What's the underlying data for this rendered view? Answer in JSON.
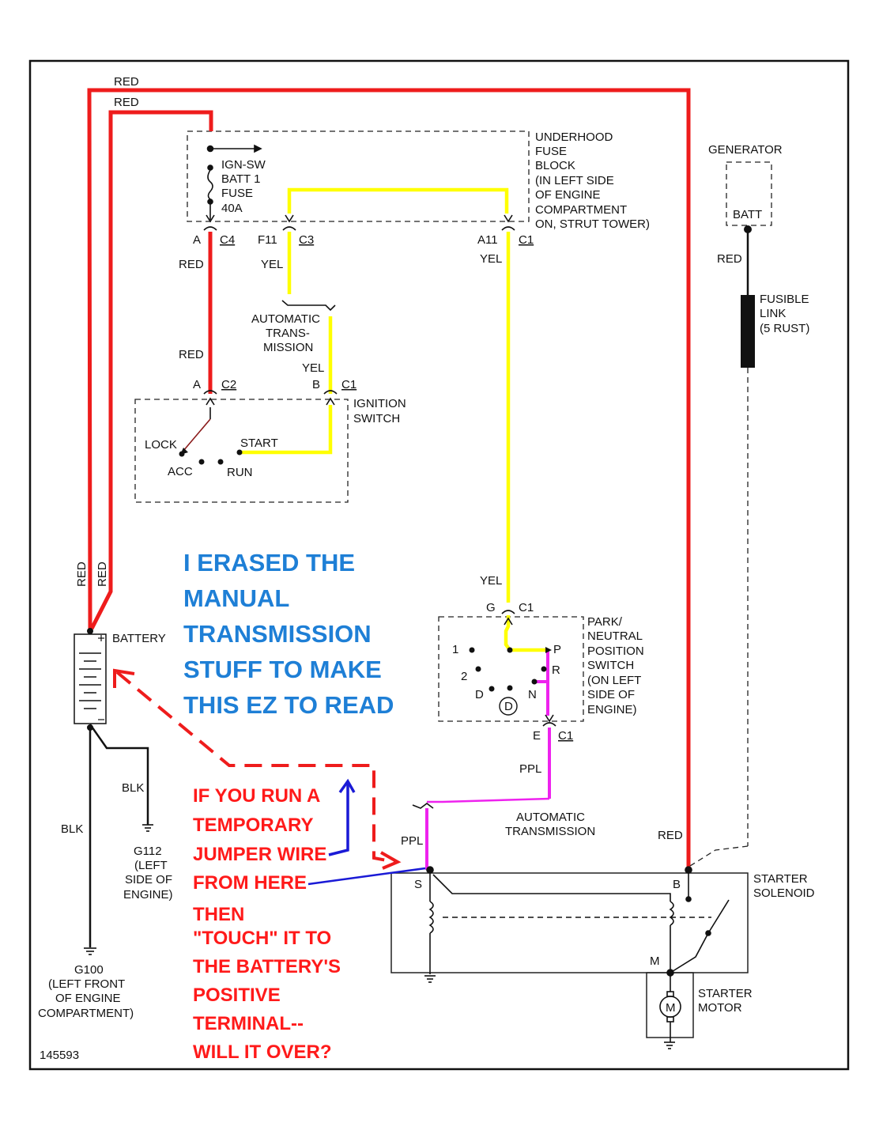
{
  "labels": {
    "red_top1": "RED",
    "red_top2": "RED",
    "red_vert1": "RED",
    "red_vert2": "RED",
    "underhood_fuse_block": [
      "UNDERHOOD",
      "FUSE",
      "BLOCK",
      "(IN LEFT SIDE",
      "OF ENGINE",
      "COMPARTMENT",
      "ON, STRUT TOWER)"
    ],
    "fuse": [
      "IGN-SW",
      "BATT 1",
      "FUSE",
      "40A"
    ],
    "pin_a_c4": "A",
    "conn_c4": "C4",
    "pin_f11": "F11",
    "conn_c3": "C3",
    "pin_a11": "A11",
    "conn_c1_top": "C1",
    "red_fuse": "RED",
    "yel_c3": "YEL",
    "yel_c1": "YEL",
    "auto_trans_top": [
      "AUTOMATIC",
      "TRANS-",
      "MISSION"
    ],
    "red_mid": "RED",
    "yel_mid": "YEL",
    "pin_a_c2": "A",
    "conn_c2": "C2",
    "pin_b": "B",
    "conn_c1_ign": "C1",
    "ignition_switch": [
      "IGNITION",
      "SWITCH"
    ],
    "lock": "LOCK",
    "start": "START",
    "acc": "ACC",
    "run": "RUN",
    "generator": "GENERATOR",
    "batt": "BATT",
    "red_gen": "RED",
    "fusible_link": [
      "FUSIBLE",
      "LINK",
      "(5 RUST)"
    ],
    "yel_pn": "YEL",
    "pin_g": "G",
    "conn_c1_pn": "C1",
    "park_neutral": [
      "PARK/",
      "NEUTRAL",
      "POSITION",
      "SWITCH",
      "(ON LEFT",
      "SIDE OF",
      "ENGINE)"
    ],
    "gear_1": "1",
    "gear_2": "2",
    "gear_d_small": "D",
    "gear_d_circle": "D",
    "gear_n": "N",
    "gear_r": "R",
    "gear_p": "P",
    "pin_e": "E",
    "conn_c1_e": "C1",
    "ppl_mid": "PPL",
    "auto_trans_bottom": [
      "AUTOMATIC",
      "TRANSMISSION"
    ],
    "ppl_low": "PPL",
    "battery": "BATTERY",
    "blk_g112": "BLK",
    "blk_g100": "BLK",
    "g112": [
      "G112",
      "(LEFT",
      "SIDE OF",
      "ENGINE)"
    ],
    "g100": [
      "G100",
      "(LEFT FRONT",
      "OF ENGINE",
      "COMPARTMENT)"
    ],
    "red_starter": "RED",
    "pin_s": "S",
    "pin_b_starter": "B",
    "pin_m": "M",
    "starter_solenoid": [
      "STARTER",
      "SOLENOID"
    ],
    "starter_motor": [
      "STARTER",
      "MOTOR"
    ],
    "motor_symbol": "M",
    "figure_number": "145593"
  },
  "annotation_blue": [
    "I ERASED THE",
    "MANUAL",
    "TRANSMISSION",
    "STUFF TO MAKE",
    "THIS EZ TO READ"
  ],
  "annotation_red": [
    "IF YOU RUN A",
    "TEMPORARY",
    "JUMPER WIRE",
    "FROM HERE",
    "THEN",
    "\"TOUCH\" IT TO",
    "THE BATTERY'S",
    "POSITIVE",
    "TERMINAL--",
    "WILL IT OVER?"
  ],
  "colors": {
    "red_wire": "#ee1c1c",
    "yellow_wire": "#ffff00",
    "purple_wire": "#ee22ee",
    "blue_text": "#1e7fd6",
    "red_text": "#ff1a1a",
    "blue_arrow": "#1a1ad6"
  }
}
